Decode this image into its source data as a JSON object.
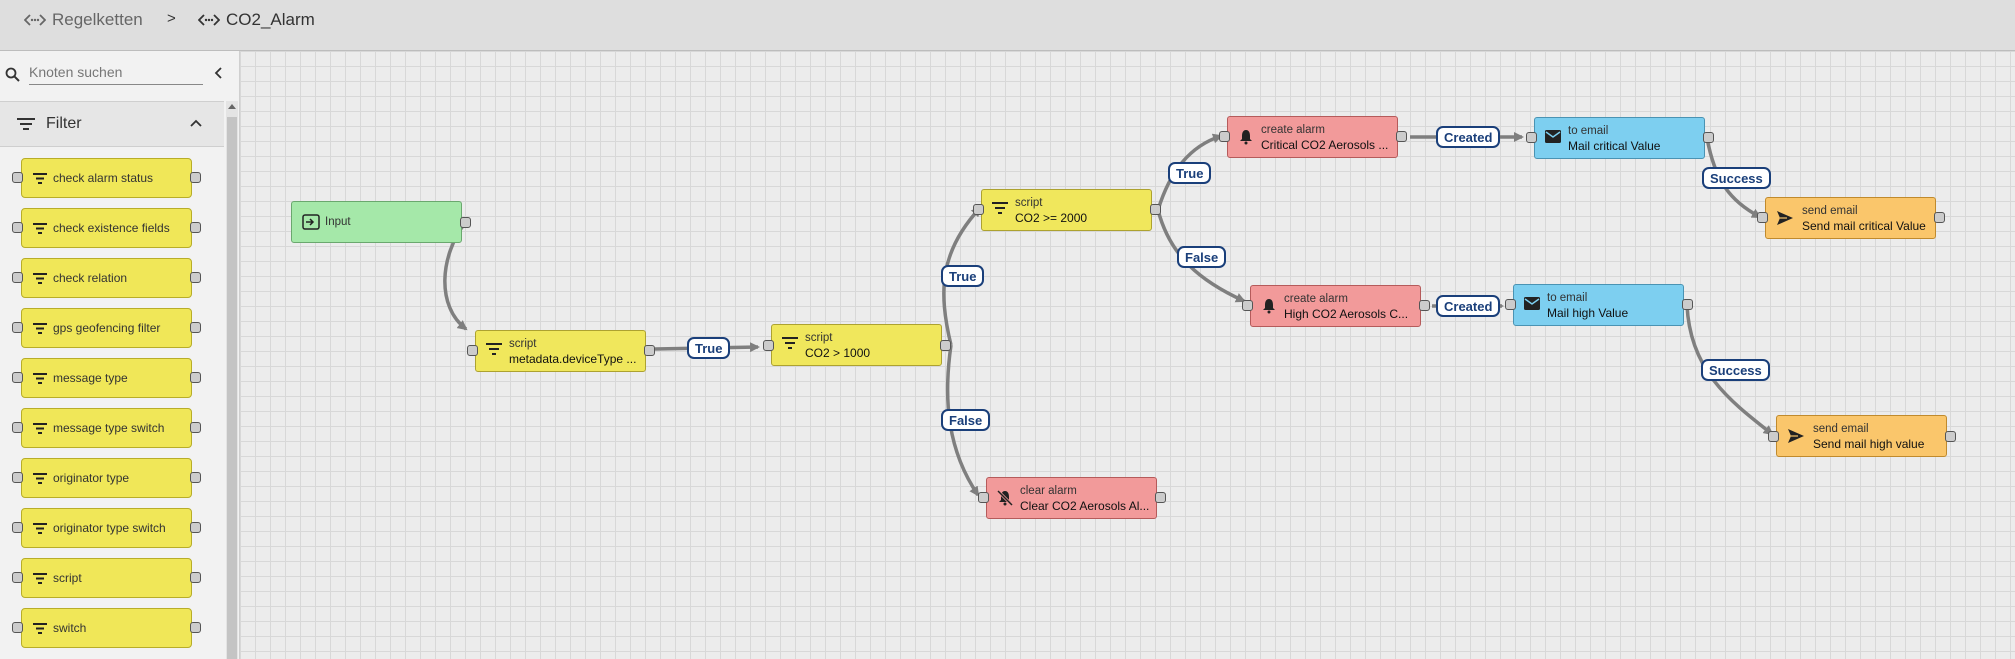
{
  "breadcrumb": {
    "root": "Regelketten",
    "separator": ">",
    "current": "CO2_Alarm"
  },
  "sidebar": {
    "search": {
      "placeholder": "Knoten suchen",
      "value": ""
    },
    "section": {
      "label": "Filter",
      "expanded": true
    },
    "library_nodes": [
      "check alarm status",
      "check existence fields",
      "check relation",
      "gps geofencing filter",
      "message type",
      "message type switch",
      "originator type",
      "originator type switch",
      "script",
      "switch"
    ]
  },
  "colors": {
    "filter_node": "#f0e75c",
    "input_node": "#a5e8a9",
    "alarm_node": "#f29a9a",
    "transform_node": "#7dcff0",
    "action_node": "#fac66b",
    "edge_label": "#1a3f7a"
  },
  "nodes": {
    "input": {
      "type": "",
      "name": "Input",
      "icon": "input-icon"
    },
    "script_device": {
      "type": "script",
      "name": "metadata.deviceType ...",
      "icon": "filter-icon"
    },
    "script_1000": {
      "type": "script",
      "name": "CO2 > 1000",
      "icon": "filter-icon"
    },
    "script_2000": {
      "type": "script",
      "name": "CO2 >= 2000",
      "icon": "filter-icon"
    },
    "clear_alarm": {
      "type": "clear alarm",
      "name": "Clear CO2 Aerosols Al...",
      "icon": "bell-off-icon"
    },
    "create_alarm_critical": {
      "type": "create alarm",
      "name": "Critical CO2 Aerosols ...",
      "icon": "bell-icon"
    },
    "create_alarm_high": {
      "type": "create alarm",
      "name": "High CO2 Aerosols C...",
      "icon": "bell-icon"
    },
    "email_critical": {
      "type": "to email",
      "name": "Mail critical Value",
      "icon": "mail-icon"
    },
    "email_high": {
      "type": "to email",
      "name": "Mail high Value",
      "icon": "mail-icon"
    },
    "send_critical": {
      "type": "send email",
      "name": "Send mail critical Value",
      "icon": "send-icon"
    },
    "send_high": {
      "type": "send email",
      "name": "Send mail high value",
      "icon": "send-icon"
    }
  },
  "edge_labels": {
    "device_to_1000": "True",
    "to_2000": "True",
    "to_clear": "False",
    "to_critical": "True",
    "to_high": "False",
    "critical_created": "Created",
    "high_created": "Created",
    "critical_success": "Success",
    "high_success": "Success"
  }
}
